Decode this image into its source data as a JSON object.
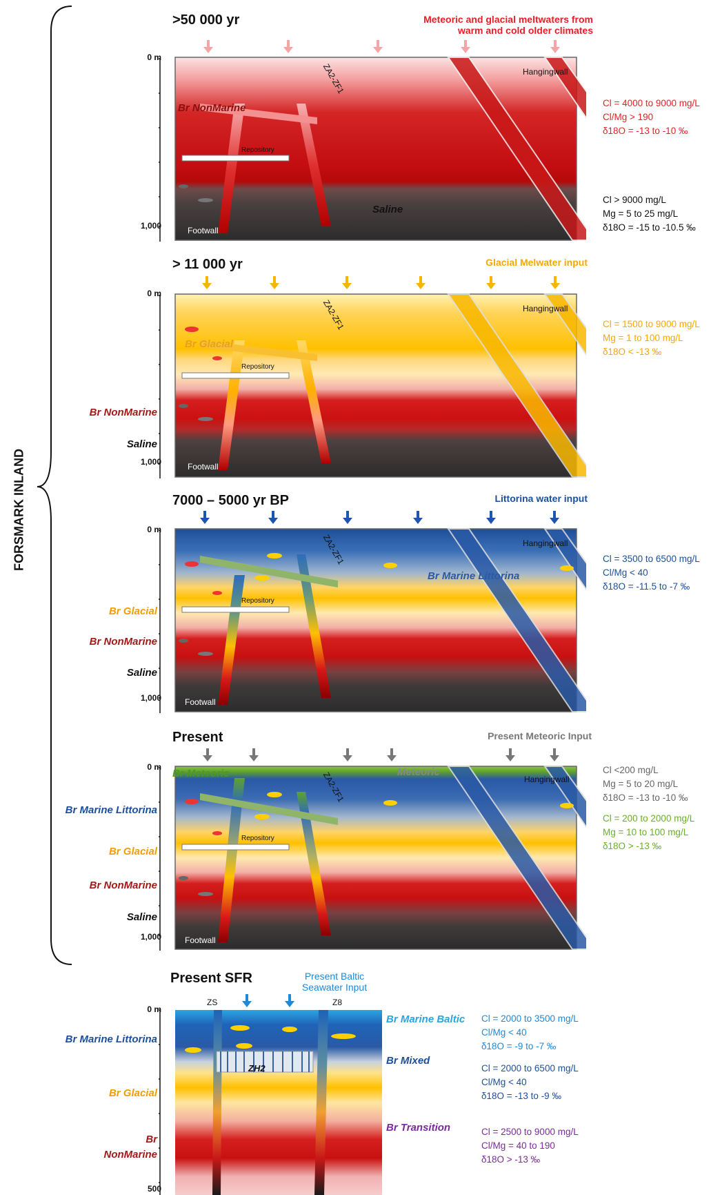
{
  "side_label": "FORSMARK INLAND",
  "panels": [
    {
      "title": ">50 000 yr",
      "input": "Meteoric and glacial meltwaters from\nwarm and cold older climates",
      "input_color": "#ee1c24",
      "arrow_color": "#f4a5a5",
      "ticks": [
        "0 m",
        "1,000"
      ],
      "zone_label": "ZA2-ZF1",
      "hangingwall": "Hangingwall",
      "footwall": "Footwall",
      "repository": "Repository",
      "inside_labels": [
        "Br NonMarine",
        "Saline"
      ],
      "chem": [
        {
          "lines": [
            "Cl = 4000 to 9000 mg/L",
            "Cl/Mg > 190",
            "δ18O = -13 to -10 ‰"
          ],
          "color": "#ee1c24"
        },
        {
          "lines": [
            "Cl > 9000 mg/L",
            "Mg = 5 to 25 mg/L",
            "δ18O = -15 to -10.5 ‰"
          ],
          "color": "#111111"
        }
      ]
    },
    {
      "title": "> 11 000 yr",
      "input": "Glacial Melwater input",
      "input_color": "#f7a800",
      "arrow_color": "#f7b500",
      "ticks": [
        "0 m",
        "1,000"
      ],
      "zone_label": "ZA2-ZF1",
      "hangingwall": "Hangingwall",
      "footwall": "Footwall",
      "repository": "Repository",
      "inside_labels": [
        "Br Glacial"
      ],
      "side_labels": [
        {
          "text": "Br NonMarine",
          "color": "#a31a1a"
        },
        {
          "text": "Saline",
          "color": "#111111"
        }
      ],
      "chem": [
        {
          "lines": [
            "Cl = 1500 to 9000 mg/L",
            "Mg = 1 to 100 mg/L",
            "δ18O < -13 ‰"
          ],
          "color": "#f7a800"
        }
      ]
    },
    {
      "title": "7000 – 5000 yr BP",
      "input": "Littorina water input",
      "input_color": "#1c4f9c",
      "arrow_color": "#1c55b0",
      "ticks": [
        "0 m",
        "1,000"
      ],
      "zone_label": "ZA2-ZF1",
      "hangingwall": "Hangingwall",
      "footwall": "Footwall",
      "repository": "Repository",
      "inside_labels": [
        "Br Marine Littorina"
      ],
      "side_labels": [
        {
          "text": "Br Glacial",
          "color": "#f29d00"
        },
        {
          "text": "Br NonMarine",
          "color": "#a31a1a"
        },
        {
          "text": "Saline",
          "color": "#111111"
        }
      ],
      "chem": [
        {
          "lines": [
            "Cl = 3500 to 6500 mg/L",
            "Cl/Mg < 40",
            "δ18O = -11.5 to -7 ‰"
          ],
          "color": "#1c4f9c"
        }
      ]
    },
    {
      "title": "Present",
      "input": "Present Meteoric Input",
      "input_color": "#777777",
      "arrow_color": "#777777",
      "ticks": [
        "0 m",
        "1,000"
      ],
      "zone_label": "ZA2-ZF1",
      "hangingwall": "Hangingwall",
      "footwall": "Footwall",
      "repository": "Repository",
      "inside_labels": [
        "Br Meteoric",
        "Meteoric"
      ],
      "side_labels": [
        {
          "text": "Br Marine Littorina",
          "color": "#1c4f9c"
        },
        {
          "text": "Br Glacial",
          "color": "#f29d00"
        },
        {
          "text": "Br NonMarine",
          "color": "#a31a1a"
        },
        {
          "text": "Saline",
          "color": "#111111"
        }
      ],
      "chem": [
        {
          "lines": [
            "Cl <200 mg/L",
            "Mg = 5 to 20 mg/L",
            "δ18O = -13 to -10 ‰"
          ],
          "color": "#666666"
        },
        {
          "lines": [
            "Cl = 200 to 2000 mg/L",
            "Mg = 10 to 100 mg/L",
            "δ18O > -13 ‰"
          ],
          "color": "#6ab023"
        }
      ]
    },
    {
      "title": "Present SFR",
      "input": "Present Baltic\nSeawater Input",
      "input_color": "#1e88d9",
      "arrow_color": "#1e88d9",
      "ticks": [
        "0 m",
        "500"
      ],
      "zone_labels": [
        "ZS",
        "Z8",
        "ZH2"
      ],
      "side_labels": [
        {
          "text": "Br Marine Littorina",
          "color": "#1c4f9c"
        },
        {
          "text": "Br Glacial",
          "color": "#f29d00"
        },
        {
          "text": "Br\nNonMarine",
          "color": "#a31a1a"
        }
      ],
      "right_labels": [
        {
          "text": "Br Marine Baltic",
          "color": "#2aa5e0"
        },
        {
          "text": "Br Mixed",
          "color": "#1c4f9c"
        },
        {
          "text": "Br Transition",
          "color": "#7a2a9c"
        }
      ],
      "chem": [
        {
          "lines": [
            "Cl = 2000 to 3500 mg/L",
            "Cl/Mg < 40",
            "δ18O = -9 to -7 ‰"
          ],
          "color": "#1e88d9"
        },
        {
          "lines": [
            "Cl = 2000 to 6500 mg/L",
            "Cl/Mg < 40",
            "δ18O = -13 to -9 ‰"
          ],
          "color": "#1c4f9c"
        },
        {
          "lines": [
            "Cl = 2500 to 9000 mg/L",
            "Cl/Mg = 40 to 190",
            "δ18O > -13 ‰"
          ],
          "color": "#7a2a9c"
        }
      ]
    }
  ]
}
